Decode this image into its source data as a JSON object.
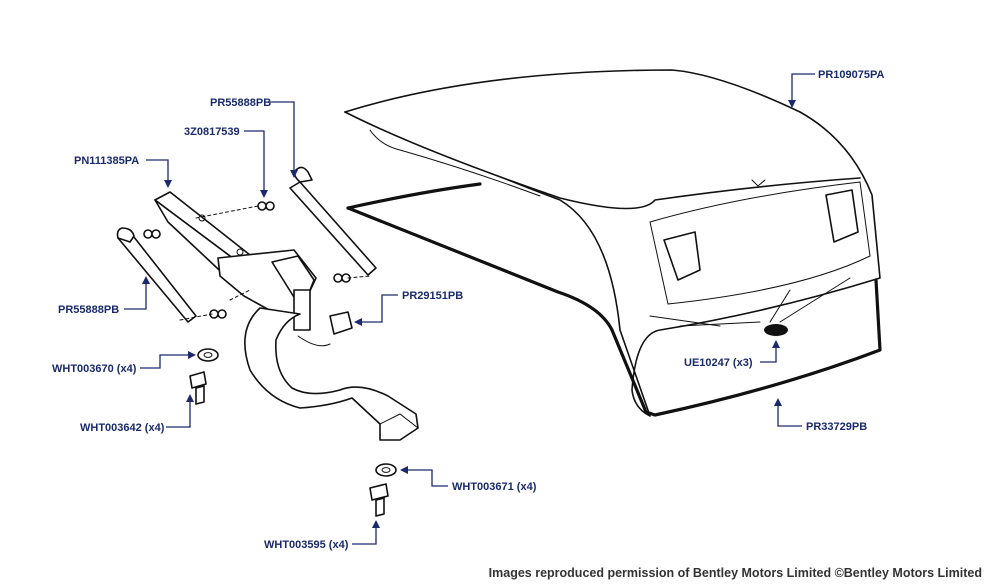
{
  "labels": {
    "boot_lid": "PR109075PA",
    "gas_strut_upper": "PR55888PB",
    "ball_stud": "3Z0817539",
    "hinge_bracket": "PN111385PA",
    "gas_strut_lower": "PR55888PB",
    "bump_stop": "PR29151PB",
    "washer_hinge": "WHT003670 (x4)",
    "bolt_hinge": "WHT003642 (x4)",
    "washer_mount": "WHT003671 (x4)",
    "bolt_mount": "WHT003595 (x4)",
    "grommet": "UE10247 (x3)",
    "seal": "PR33729PB"
  },
  "credit": "Images reproduced permission of Bentley Motors Limited ©Bentley Motors Limited",
  "colors": {
    "label": "#1a2a6c",
    "line_art": "#111111"
  }
}
